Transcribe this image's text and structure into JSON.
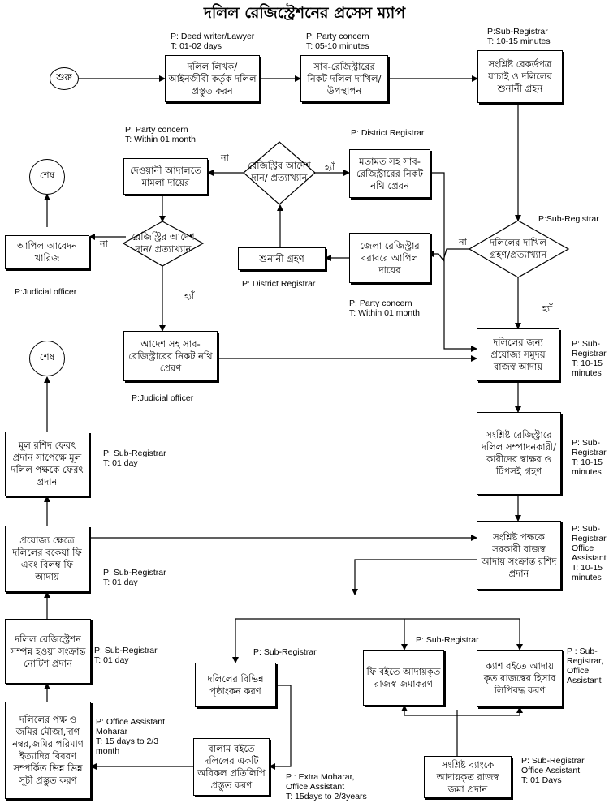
{
  "title": "দলিল রেজিস্ট্রেশনের প্রসেস ম্যাপ",
  "nodes": {
    "start": "শুরু",
    "end1": "শেষ",
    "end2": "শেষ",
    "n1": "দলিল লিখক/ আইনজীবী কর্তৃক দলিল প্রস্তুত করন",
    "n2": "সাব-রেজিস্ট্রারের নিকট দলিল দাখিল/উপস্থাপন",
    "n3": "সংশ্লিষ্ট রেকর্ডপত্র যাচাই ও দলিলের শুনানী গ্রহন",
    "d_main": "দলিলের দাখিল গ্রহণ/প্রত্যাখ্যান",
    "n4": "জেলা রেজিস্ট্রার বরাবরে আপিল দায়ের",
    "n5": "শুনানী গ্রহণ",
    "d_dr": "রেজিস্ট্রির আদেশ দান/ প্রত্যাখ্যান",
    "n6": "মতামত সহ সাব-রেজিস্ট্রারের নিকট নথি প্রেরন",
    "n7": "দেওয়ানী আদালতে মামলা দায়ের",
    "d_court": "রেজিস্ট্রির আদেশ দান/ প্রত্যাখ্যান",
    "n8": "আপিল আবেদন খারিজ",
    "n9": "আদেশ সহ সাব-রেজিস্ট্রারের নিকট নথি প্রেরণ",
    "n10": "দলিলের জন্য প্রযোজ্য সমুদয় রাজস্ব আদায়",
    "n11": "সংশ্লিষ্ট রেজিস্ট্রারে দলিল সম্পাদনকারী/ কারীদের স্বাক্ষর ও টিপসই গ্রহণ",
    "n12": "সংশ্লিষ্ট পক্ষকে সরকারী রাজস্ব আদায় সংক্রান্ত রশিদ প্রদান",
    "n13": "দলিলের বিভিন্ন পৃষ্ঠাংকন করণ",
    "n14": "ফি বইতে আদায়কৃত রাজস্ব জমাকরণ",
    "n15": "ক্যাশ বইতে আদায় কৃত রাজস্বের হিসাব লিপিবদ্ধ করণ",
    "n16": "সংশ্লিষ্ট ব্যাংকে আদায়কৃত রাজস্ব জমা প্রদান",
    "n17": "বালাম বইতে দলিলের একটি অবিকল প্রতিলিপি প্রস্তুত করণ",
    "n18": "দলিলের পক্ষ ও জমির মৌজা,দাগ নম্বর,জমির পরিমাণ ইত্যাদির বিবরণ সম্পর্কিত ভিন্ন ভিন্ন সূচী প্রস্তুত করণ",
    "n19": "দলিল রেজিস্ট্রেশন সম্পন্ন হওয়া সংক্রান্ত নোটিশ প্রদান",
    "n20": "প্রযোজ্য ক্ষেত্রে দলিলের বকেয়া ফি এবং বিলম্ব ফি আদায়",
    "n21": "মূল রশিদ ফেরৎ প্রদান সাপেক্ষে মূল দলিল পক্ষকে ফেরৎ প্রদান"
  },
  "labels": {
    "yes": "হ্যাঁ",
    "no": "না"
  },
  "notes": {
    "a1": "P: Deed writer/Lawyer\nT: 01-02 days",
    "a2": "P: Party concern\nT: 05-10 minutes",
    "a3": "P:Sub-Registrar\nT: 10-15 minutes",
    "a4": "P: Party concern\nT: Within 01 month",
    "a5": "P: District Registrar",
    "a6": "P:Sub-Registrar",
    "a7": "P: District Registrar",
    "a8": "P:Judicial officer",
    "a9": "P: Party concern\nT: Within 01 month",
    "a10": "P: Sub-\nRegistrar\nT: 10-15\nminutes",
    "a11": "P:Judicial officer",
    "a12": "P: Sub-\nRegistrar\nT: 10-15\nminutes",
    "a13": "P: Sub-Registrar\nT: 01 day",
    "a14": "P: Sub-\nRegistrar,\nOffice\nAssistant\nT: 10-15\nminutes",
    "a15": "P: Sub-Registrar\nT: 01 day",
    "a16": "P: Sub-Registrar",
    "a17": "P: Sub-Registrar",
    "a18": "P : Sub-\nRegistrar,\nOffice\nAssistant",
    "a19": "P: Sub-Registrar\nT: 01 day",
    "a20": "P: Office Assistant,\nMoharar\nT: 15 days to 2/3\nmonth",
    "a21": "P: Sub-Registrar\nOffice Assistant\nT: 01 Days",
    "a22": "P : Extra Moharar,\nOffice Assistant\nT: 15days to 2/3years"
  }
}
